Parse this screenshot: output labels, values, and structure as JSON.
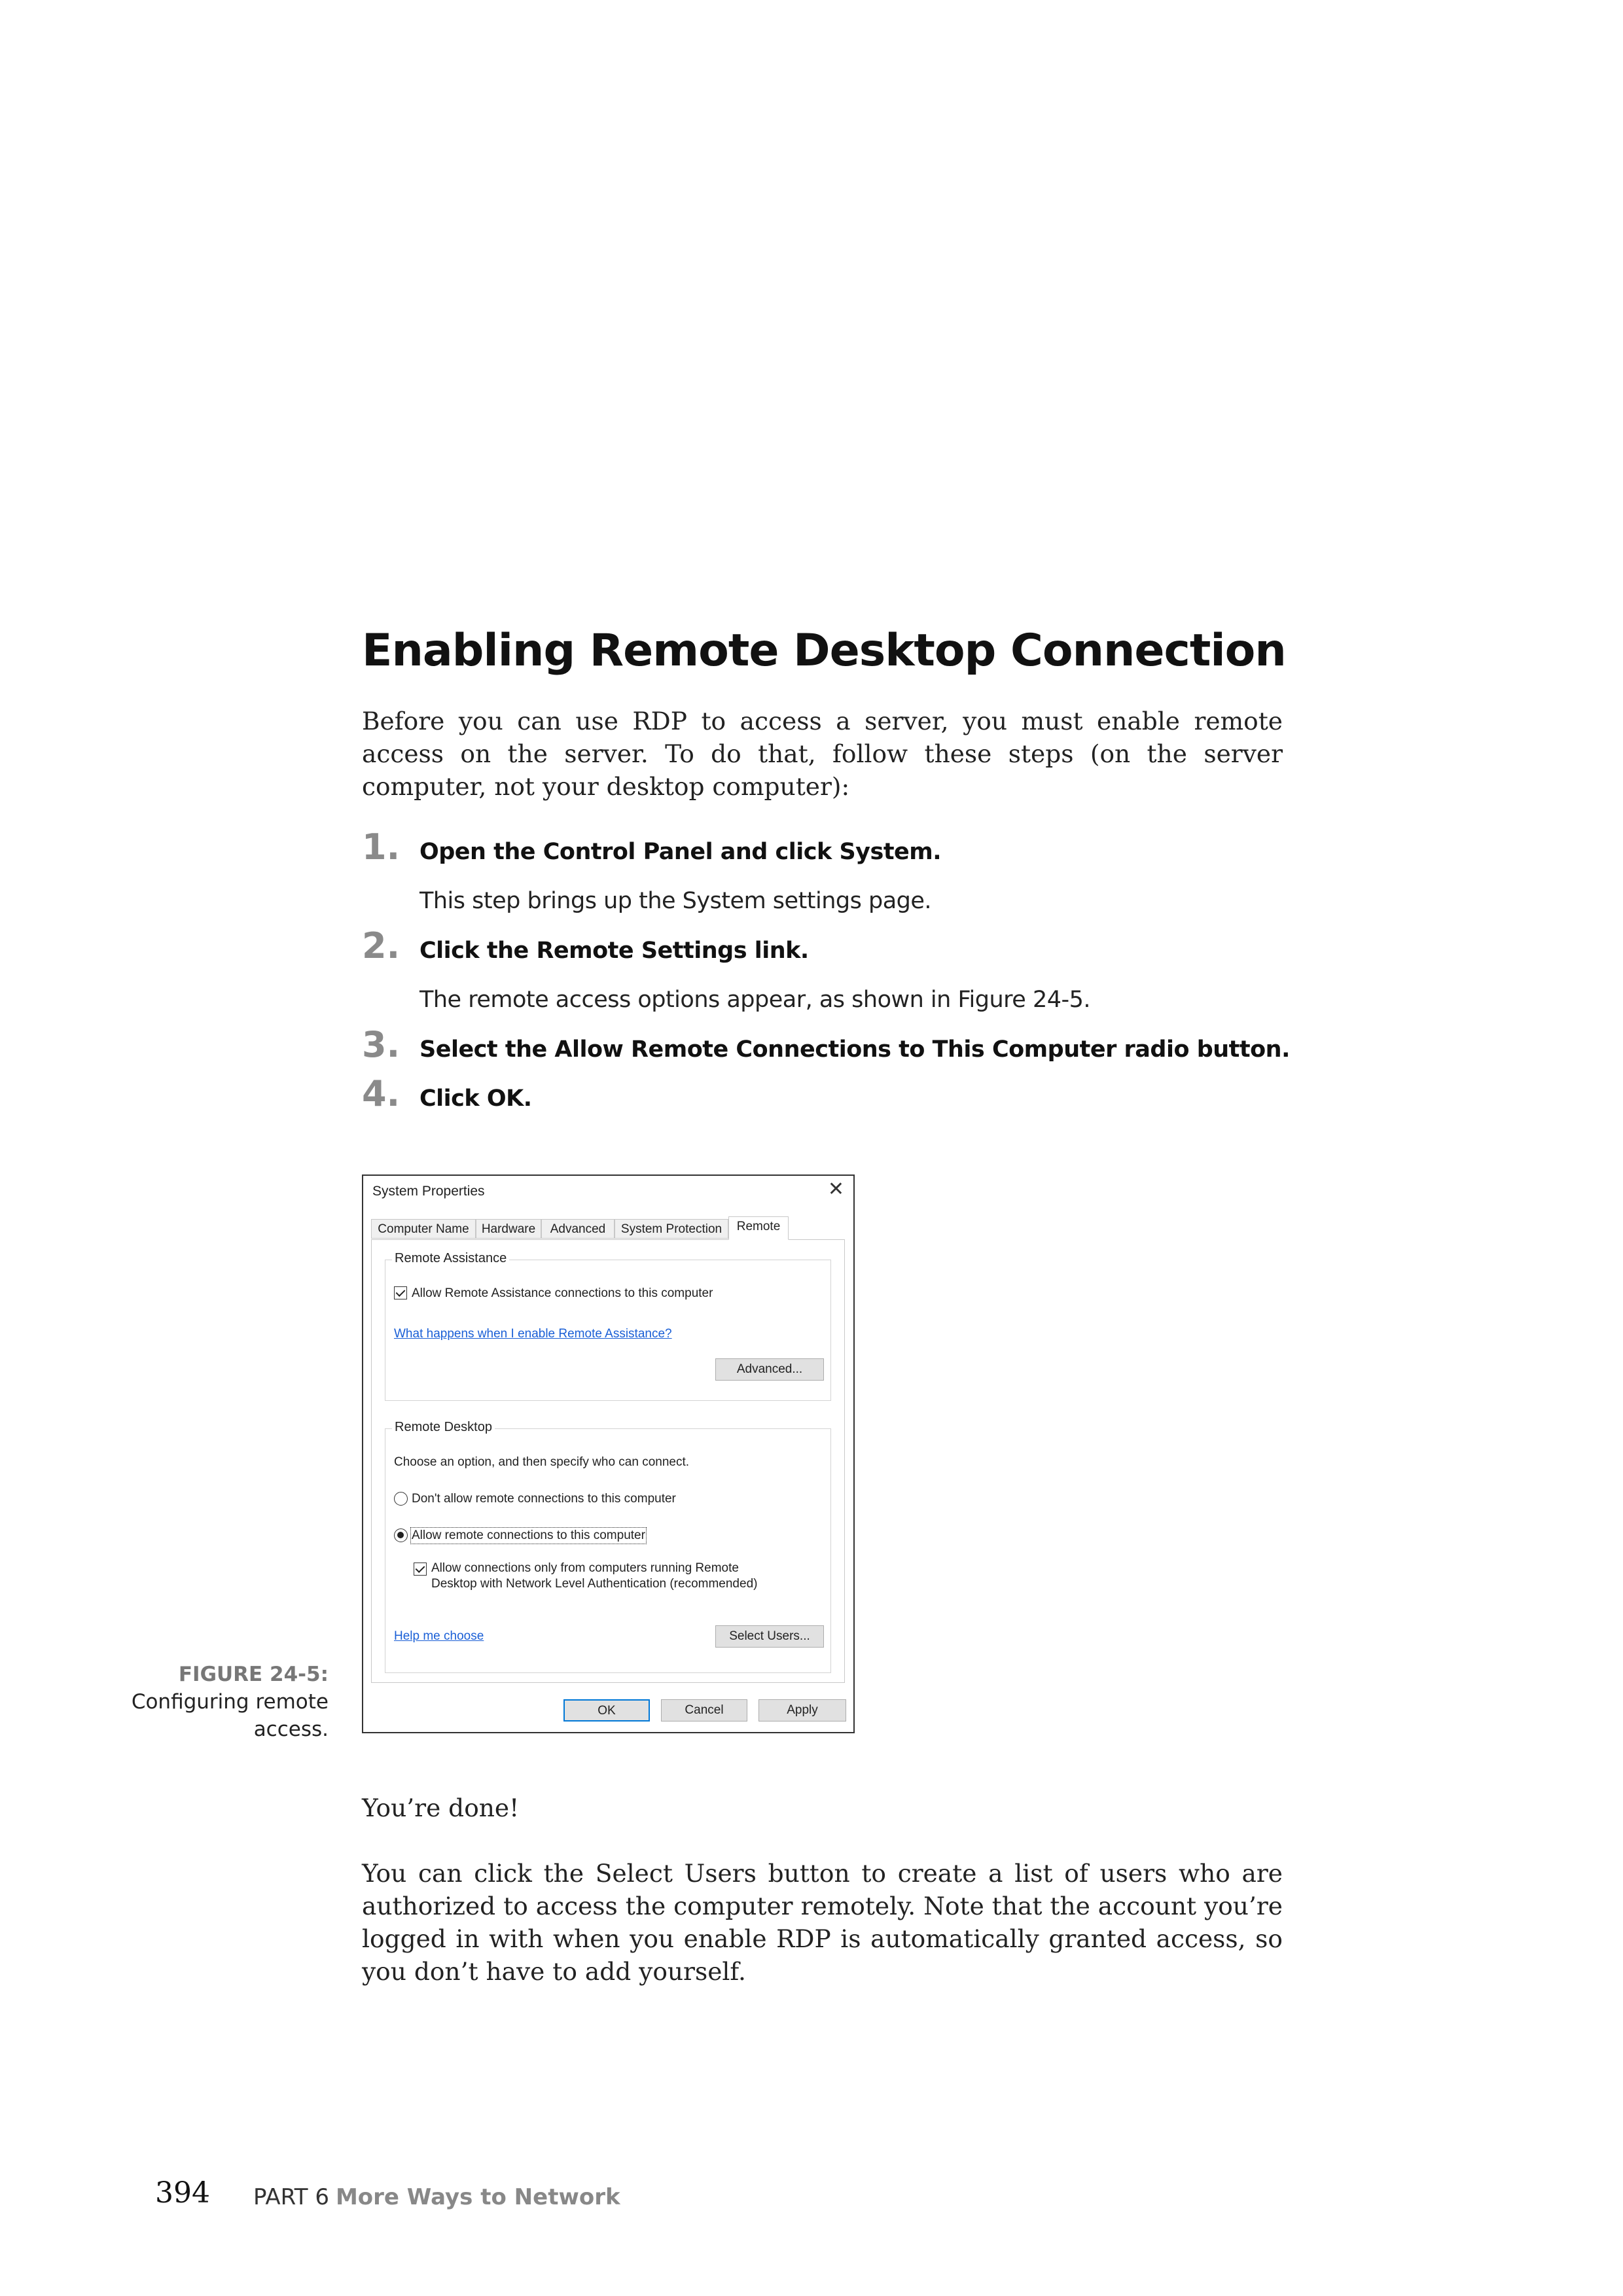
{
  "heading": "Enabling Remote Desktop Connection",
  "intro": "Before you can use RDP to access a server, you must enable remote access on the server. To do that, follow these steps (on the server computer, not your desktop computer):",
  "steps": [
    {
      "num": "1.",
      "text": "Open the Control Panel and click System.",
      "desc": "This step brings up the System settings page."
    },
    {
      "num": "2.",
      "text": "Click the Remote Settings link.",
      "desc": "The remote access options appear, as shown in Figure 24-5."
    },
    {
      "num": "3.",
      "text": "Select the Allow Remote Connections to This Computer radio button."
    },
    {
      "num": "4.",
      "text": "Click OK."
    }
  ],
  "figure": {
    "label": "FIGURE 24-5:",
    "caption": "Configuring remote access."
  },
  "dialog": {
    "title": "System Properties",
    "tabs": [
      "Computer Name",
      "Hardware",
      "Advanced",
      "System Protection",
      "Remote"
    ],
    "active_tab": "Remote",
    "remote_assistance": {
      "group_title": "Remote Assistance",
      "allow_label": "Allow Remote Assistance connections to this computer",
      "allow_checked": true,
      "help_link": "What happens when I enable Remote Assistance?",
      "advanced_button": "Advanced..."
    },
    "remote_desktop": {
      "group_title": "Remote Desktop",
      "instruction": "Choose an option, and then specify who can connect.",
      "option_dont_allow": "Don't allow remote connections to this computer",
      "option_allow": "Allow remote connections to this computer",
      "selected_option": "allow",
      "nla_label_line1": "Allow connections only from computers running Remote",
      "nla_label_line2": "Desktop with Network Level Authentication (recommended)",
      "nla_checked": true,
      "help_link": "Help me choose",
      "select_users_button": "Select Users..."
    },
    "buttons": {
      "ok": "OK",
      "cancel": "Cancel",
      "apply": "Apply"
    },
    "icons": {
      "close": "close-icon"
    }
  },
  "done": "You’re done!",
  "outro": "You can click the Select Users button to create a list of users who are authorized to access the computer remotely. Note that the account you’re logged in with when you enable RDP is automatically granted access, so you don’t have to add yourself.",
  "footer": {
    "page_number": "394",
    "part": "PART 6",
    "section": "More Ways to Network"
  }
}
